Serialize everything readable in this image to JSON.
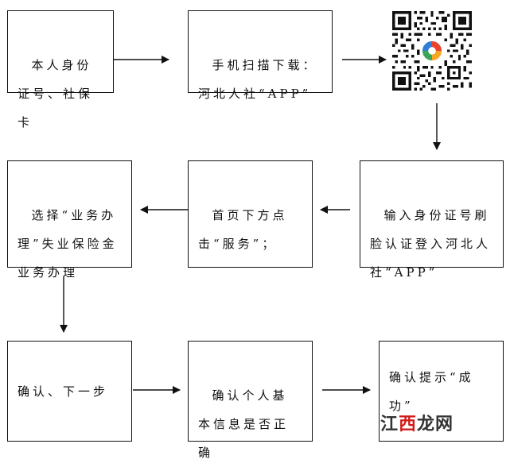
{
  "steps": {
    "step1": "本人身份证号、社保卡",
    "step2": "手机扫描下载：河北人社“APP”",
    "step3": "输入身份证号刷脸认证登入河北人社“APP”",
    "step4": "首页下方点击“服务”；",
    "step5": "选择“业务办理”失业保险金业务办理",
    "step6": "确认、下一步",
    "step7": "确认个人基本信息是否正确",
    "step8": "确认提示“成功”"
  },
  "qr_code": {
    "icon": "qr-code-icon",
    "logo_colors": [
      "#e8442f",
      "#f5a623",
      "#2f7fd8",
      "#3aa655"
    ]
  },
  "watermark": {
    "part1": "江",
    "part2": "西",
    "part3": "龙网"
  },
  "colors": {
    "line": "#111111",
    "watermark_red": "#d11a1a"
  }
}
